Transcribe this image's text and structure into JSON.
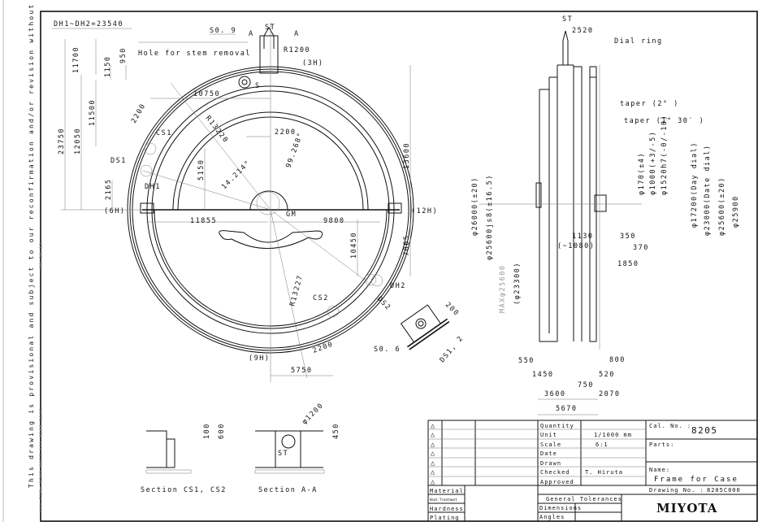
{
  "side_notice": "This drawing is provisional and subject to our reconfirmation and/or revision without notice",
  "side_small": [
    "*** T1Pm   8205   0017 ***   0100  1131",
    "00-10-12"
  ],
  "front": {
    "dh_note": "DH1~DH2=23540",
    "so9": "S0. 9",
    "a_left": "A",
    "a_right": "A",
    "st": "ST",
    "r1200": "R1200",
    "h3": "(3H)",
    "h6": "(6H)",
    "h9": "(9H)",
    "h12": "(12H)",
    "hole_note": "Hole for stem removal",
    "s": "S",
    "cs1": "CS1",
    "cs2": "CS2",
    "ds1": "DS1",
    "ds2": "DS2",
    "dh1": "DH1",
    "dh2": "DH2",
    "gm": "GM",
    "d11700": "11700",
    "d1150": "1150",
    "d950": "950",
    "d23750": "23750",
    "d12050": "12050",
    "d11500": "11500",
    "d2200a": "2200",
    "d10750": "10750",
    "r13220": "R13220",
    "d2200b": "2200",
    "d13600": "13600",
    "d5150": "5150",
    "ang14": "14.214°",
    "ang99": "99.268°",
    "d2165": "2165",
    "d11855": "11855",
    "d9800": "9800",
    "d7065": "7065",
    "d10450": "10450",
    "r13227": "R13227",
    "d2200c": "2200",
    "d5750": "5750",
    "d200": "200",
    "so6": "S0. 6",
    "ds12": "DS1, 2"
  },
  "sections": {
    "cs_title": "Section CS1, CS2",
    "aa_title": "Section A-A",
    "d100": "100",
    "d600": "600",
    "d1200": "φ1200",
    "d450": "450",
    "st": "ST"
  },
  "side": {
    "st": "ST",
    "d2520": "2520",
    "dial_ring": "Dial ring",
    "taper2": "taper (2° )",
    "taper130": "taper (1° 30′ )",
    "d170": "φ170(±4)",
    "d1000": "φ1000(+3/-5)",
    "d1520": "φ1520h7(-0/-10)",
    "d17200": "φ17200(Day dial)",
    "d23000": "φ23000(Date dial)",
    "d25600b": "φ25600(±20)",
    "d25900": "φ25900",
    "d26000": "φ26000(±20)",
    "d25600js": "φ25600js8(±16.5)",
    "max25600": "MAXφ25600",
    "d23300": "(φ23300)",
    "d1130": "1130",
    "d1080": "(~1080)",
    "d350": "350",
    "d370": "370",
    "d1850": "1850",
    "d550": "550",
    "d800": "800",
    "d1450": "1450",
    "d520": "520",
    "d750": "750",
    "d3600": "3600",
    "d2070": "2070",
    "d5670": "5670"
  },
  "title_block": {
    "quantity_label": "Quantity",
    "quantity": "",
    "unit_label": "Unit",
    "unit": "1/1000 mm",
    "scale_label": "Scale",
    "scale": "6:1",
    "date_label": "Date",
    "drawn_label": "Drawn",
    "checked_label": "Checked",
    "checked": "T. Hiruta",
    "approved_label": "Approved",
    "cal_label": "Cal. No. :",
    "cal_no": "8205",
    "parts_label": "Parts:",
    "name_label": "Name:",
    "name": "Frame for Case",
    "drawing_no_label": "Drawing No. :",
    "drawing_no": "8205C000",
    "material_label": "Material",
    "heat_label": "Heat Treatment",
    "hardness_label": "Hardness",
    "plating_label": "Plating",
    "gen_tol_label": "General Tolerances",
    "dimensions_label": "Dimensions",
    "angles_label": "Angles",
    "brand": "MIYOTA"
  }
}
